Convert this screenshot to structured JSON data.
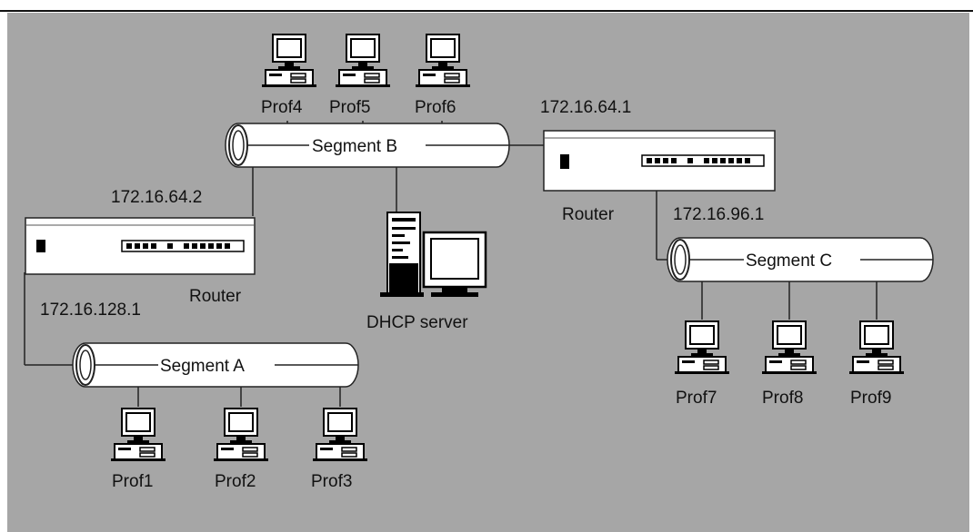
{
  "diagram": {
    "colors": {
      "background": "#a6a6a6",
      "line": "#222222",
      "pipe_fill": "#ffffff"
    },
    "segments": [
      {
        "id": "A",
        "label": "Segment A"
      },
      {
        "id": "B",
        "label": "Segment B"
      },
      {
        "id": "C",
        "label": "Segment C"
      }
    ],
    "routers": [
      {
        "id": "r1",
        "label": "Router",
        "ip_upper": "172.16.64.2",
        "ip_lower": "172.16.128.1"
      },
      {
        "id": "r2",
        "label": "Router",
        "ip_upper": "172.16.64.1",
        "ip_lower": "172.16.96.1"
      }
    ],
    "server": {
      "label": "DHCP server",
      "icon": "server-icon"
    },
    "hosts": [
      "Prof1",
      "Prof2",
      "Prof3",
      "Prof4",
      "Prof5",
      "Prof6",
      "Prof7",
      "Prof8",
      "Prof9"
    ]
  }
}
